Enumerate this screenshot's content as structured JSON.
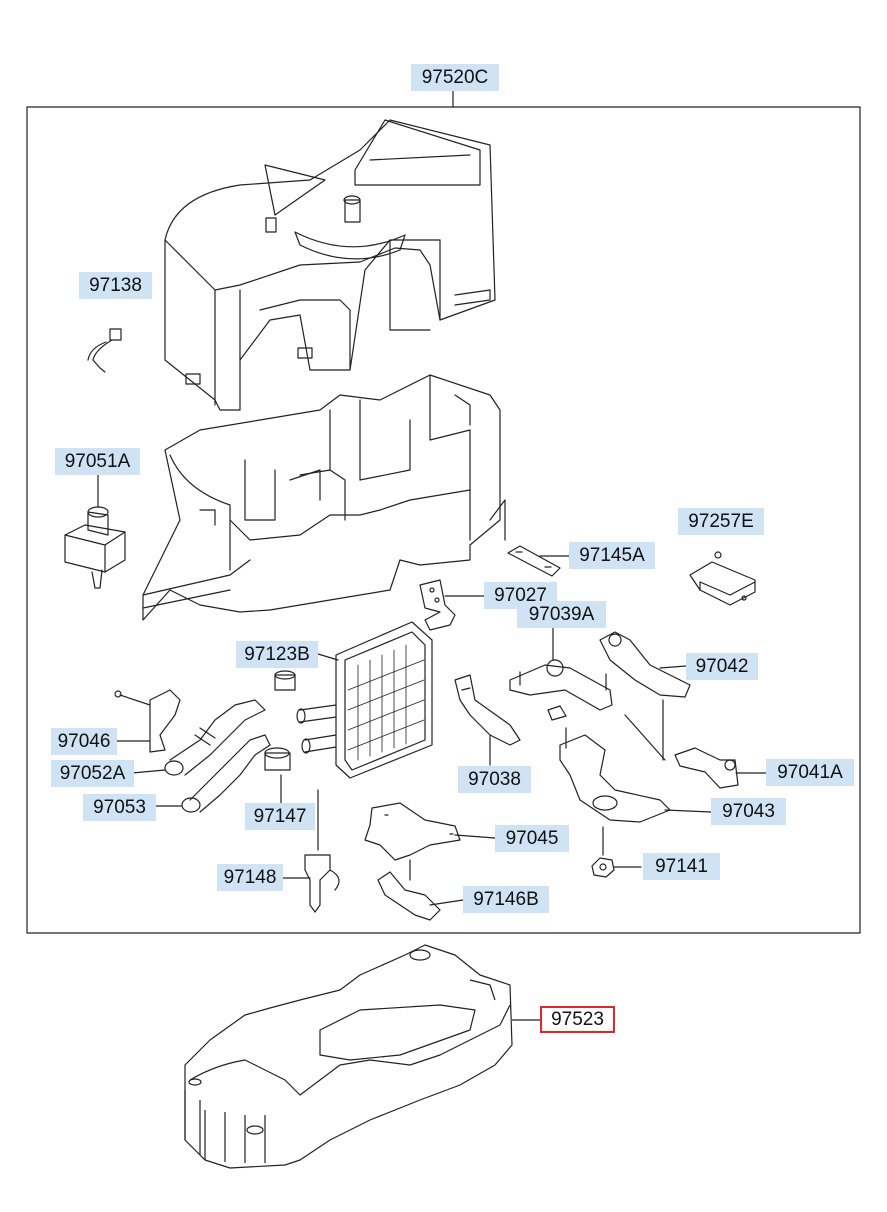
{
  "diagram": {
    "highlight_color": "#e0262d",
    "label_bg_color": "#cfe3f5",
    "callouts": [
      {
        "id": "97520C",
        "text": "97520C",
        "highlighted": false
      },
      {
        "id": "97138",
        "text": "97138",
        "highlighted": false
      },
      {
        "id": "97051A",
        "text": "97051A",
        "highlighted": false
      },
      {
        "id": "97257E",
        "text": "97257E",
        "highlighted": false
      },
      {
        "id": "97145A",
        "text": "97145A",
        "highlighted": false
      },
      {
        "id": "97027",
        "text": "97027",
        "highlighted": false
      },
      {
        "id": "97039A",
        "text": "97039A",
        "highlighted": false
      },
      {
        "id": "97123B",
        "text": "97123B",
        "highlighted": false
      },
      {
        "id": "97042",
        "text": "97042",
        "highlighted": false
      },
      {
        "id": "97046",
        "text": "97046",
        "highlighted": false
      },
      {
        "id": "97041A",
        "text": "97041A",
        "highlighted": false
      },
      {
        "id": "97052A",
        "text": "97052A",
        "highlighted": false
      },
      {
        "id": "97038",
        "text": "97038",
        "highlighted": false
      },
      {
        "id": "97053",
        "text": "97053",
        "highlighted": false
      },
      {
        "id": "97043",
        "text": "97043",
        "highlighted": false
      },
      {
        "id": "97147",
        "text": "97147",
        "highlighted": false
      },
      {
        "id": "97045",
        "text": "97045",
        "highlighted": false
      },
      {
        "id": "97148",
        "text": "97148",
        "highlighted": false
      },
      {
        "id": "97141",
        "text": "97141",
        "highlighted": false
      },
      {
        "id": "97146B",
        "text": "97146B",
        "highlighted": false
      },
      {
        "id": "97523",
        "text": "97523",
        "highlighted": true
      }
    ]
  }
}
